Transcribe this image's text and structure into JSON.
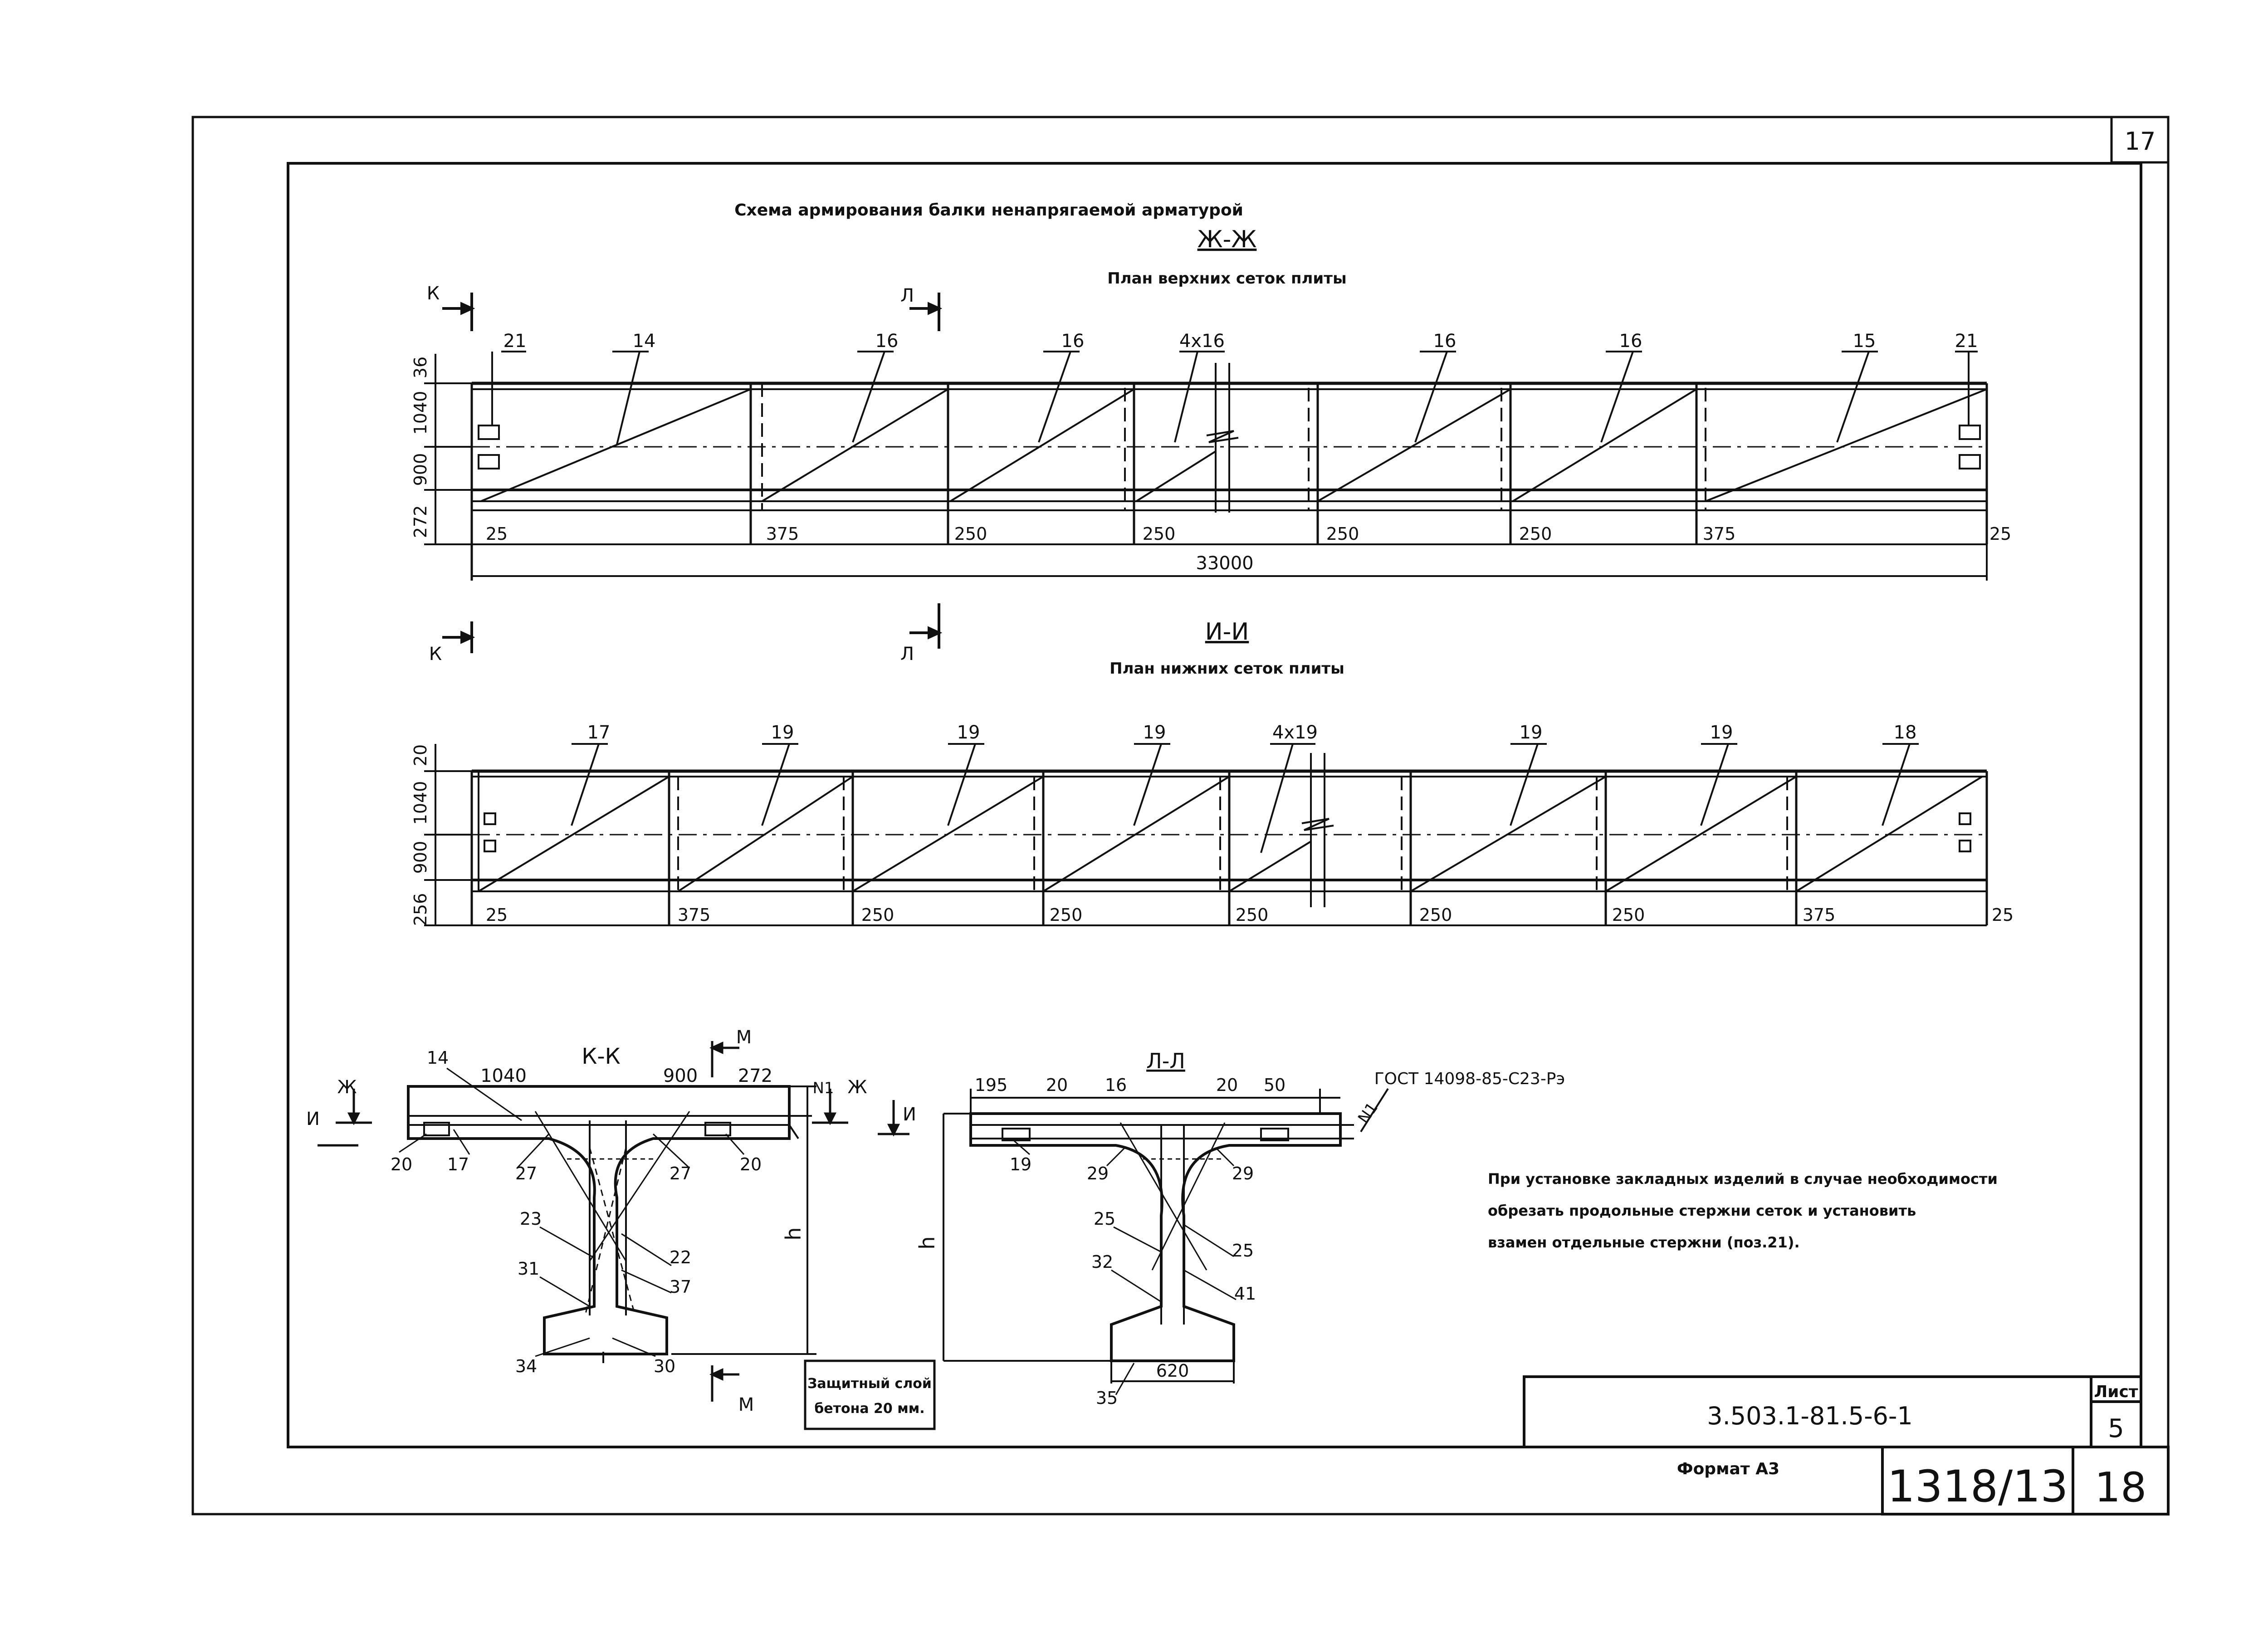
{
  "sheet": {
    "corner_number": "17",
    "document_code": "3.503.1-81.5-6-1",
    "sheet_label": "Лист",
    "sheet_number": "5",
    "format": "Формат А3",
    "archive_number": "1318/13",
    "archive_page": "18"
  },
  "header": {
    "title": "Схема армирования балки ненапрягаемой арматурой"
  },
  "section_top": {
    "name": "Ж-Ж",
    "subtitle": "План верхних сеток плиты",
    "cut_left": "К",
    "cut_mid": "Л",
    "labels": [
      "21",
      "14",
      "16",
      "16",
      "4x16",
      "16",
      "16",
      "15",
      "21"
    ],
    "dims_vertical": [
      "36",
      "1040",
      "900",
      "272"
    ],
    "dims_bottom": [
      "25",
      "375",
      "250",
      "250",
      "250",
      "250",
      "375",
      "25"
    ],
    "total_length": "33000"
  },
  "section_bottom": {
    "name": "И-И",
    "subtitle": "План нижних сеток плиты",
    "cut_left": "К",
    "cut_mid": "Л",
    "labels": [
      "17",
      "19",
      "19",
      "19",
      "4x19",
      "19",
      "19",
      "18"
    ],
    "dims_vertical": [
      "20",
      "1040",
      "900",
      "256"
    ],
    "dims_bottom": [
      "25",
      "375",
      "250",
      "250",
      "250",
      "250",
      "250",
      "375",
      "25"
    ]
  },
  "section_kk": {
    "name": "К-К",
    "cut_zh": "Ж",
    "cut_i": "И",
    "cut_m": "М",
    "dims": [
      "1040",
      "900",
      "272"
    ],
    "height": "h",
    "labels": [
      "14",
      "N1",
      "20",
      "17",
      "27",
      "27",
      "20",
      "23",
      "22",
      "31",
      "37",
      "34",
      "30"
    ]
  },
  "section_ll": {
    "name": "Л-Л",
    "cut_i": "И",
    "dims": [
      "195",
      "20",
      "16",
      "20",
      "50"
    ],
    "height": "h",
    "gost": "ГОСТ 14098-85-С23-Рэ",
    "n1": "N1",
    "labels": [
      "19",
      "29",
      "29",
      "25",
      "25",
      "32",
      "41",
      "35"
    ],
    "bottom_width": "620"
  },
  "notes": {
    "cover_line1": "Защитный слой",
    "cover_line2": "бетона 20 мм.",
    "embedded_line1": "При установке закладных изделий в случае необходимости",
    "embedded_line2": "обрезать продольные стержни сеток и установить",
    "embedded_line3": "взамен отдельные стержни (поз.21)."
  }
}
